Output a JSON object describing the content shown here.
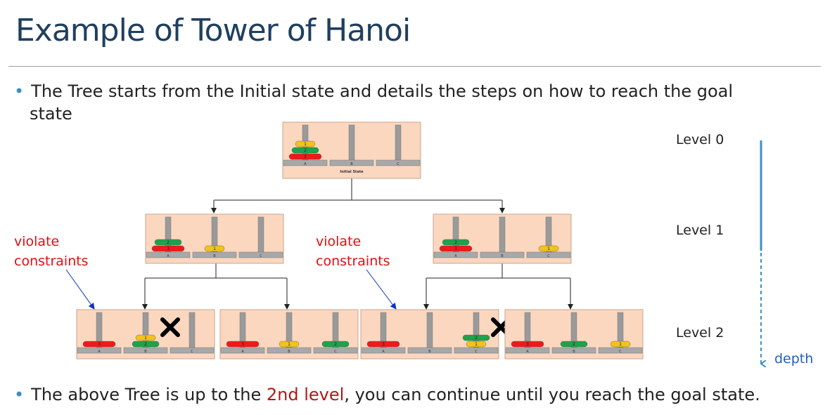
{
  "title": "Example of Tower of Hanoi",
  "bullet1": {
    "line1": "The Tree starts from the Initial state and details the steps on how to reach the goal",
    "line2": "state"
  },
  "bullet2": {
    "prefix": "The above Tree is up to the ",
    "highlight": "2nd level",
    "suffix": ", you can continue until you reach the goal state."
  },
  "labels": {
    "violate_line1": "violate",
    "violate_line2": "constraints"
  },
  "levels": [
    "Level 0",
    "Level 1",
    "Level 2"
  ],
  "depth_label": "depth",
  "initial_state_caption": "Initial State",
  "peg_labels": [
    "A",
    "B",
    "C"
  ],
  "colors": {
    "panel": "#fbd7bf",
    "disk1": "#f4c21b",
    "disk2": "#1ea24a",
    "disk3": "#ee1a1a",
    "accent": "#3b8fc4",
    "violate": "#e01010",
    "pointer": "#1030c0"
  },
  "states": [
    {
      "id": "initial",
      "level": 0,
      "pegs": [
        [
          3,
          2,
          1
        ],
        [],
        []
      ]
    },
    {
      "id": "l1-left",
      "level": 1,
      "pegs": [
        [
          3,
          2
        ],
        [
          1
        ],
        []
      ]
    },
    {
      "id": "l1-right",
      "level": 1,
      "pegs": [
        [
          3,
          2
        ],
        [],
        [
          1
        ]
      ]
    },
    {
      "id": "l2-1",
      "level": 2,
      "pegs": [
        [
          3
        ],
        [
          2,
          1
        ],
        []
      ],
      "violates": true
    },
    {
      "id": "l2-2",
      "level": 2,
      "pegs": [
        [
          3
        ],
        [
          1
        ],
        [
          2
        ]
      ]
    },
    {
      "id": "l2-3",
      "level": 2,
      "pegs": [
        [
          3
        ],
        [],
        [
          1,
          2
        ]
      ],
      "violates": true
    },
    {
      "id": "l2-4",
      "level": 2,
      "pegs": [
        [
          3
        ],
        [
          2
        ],
        [
          1
        ]
      ]
    }
  ]
}
